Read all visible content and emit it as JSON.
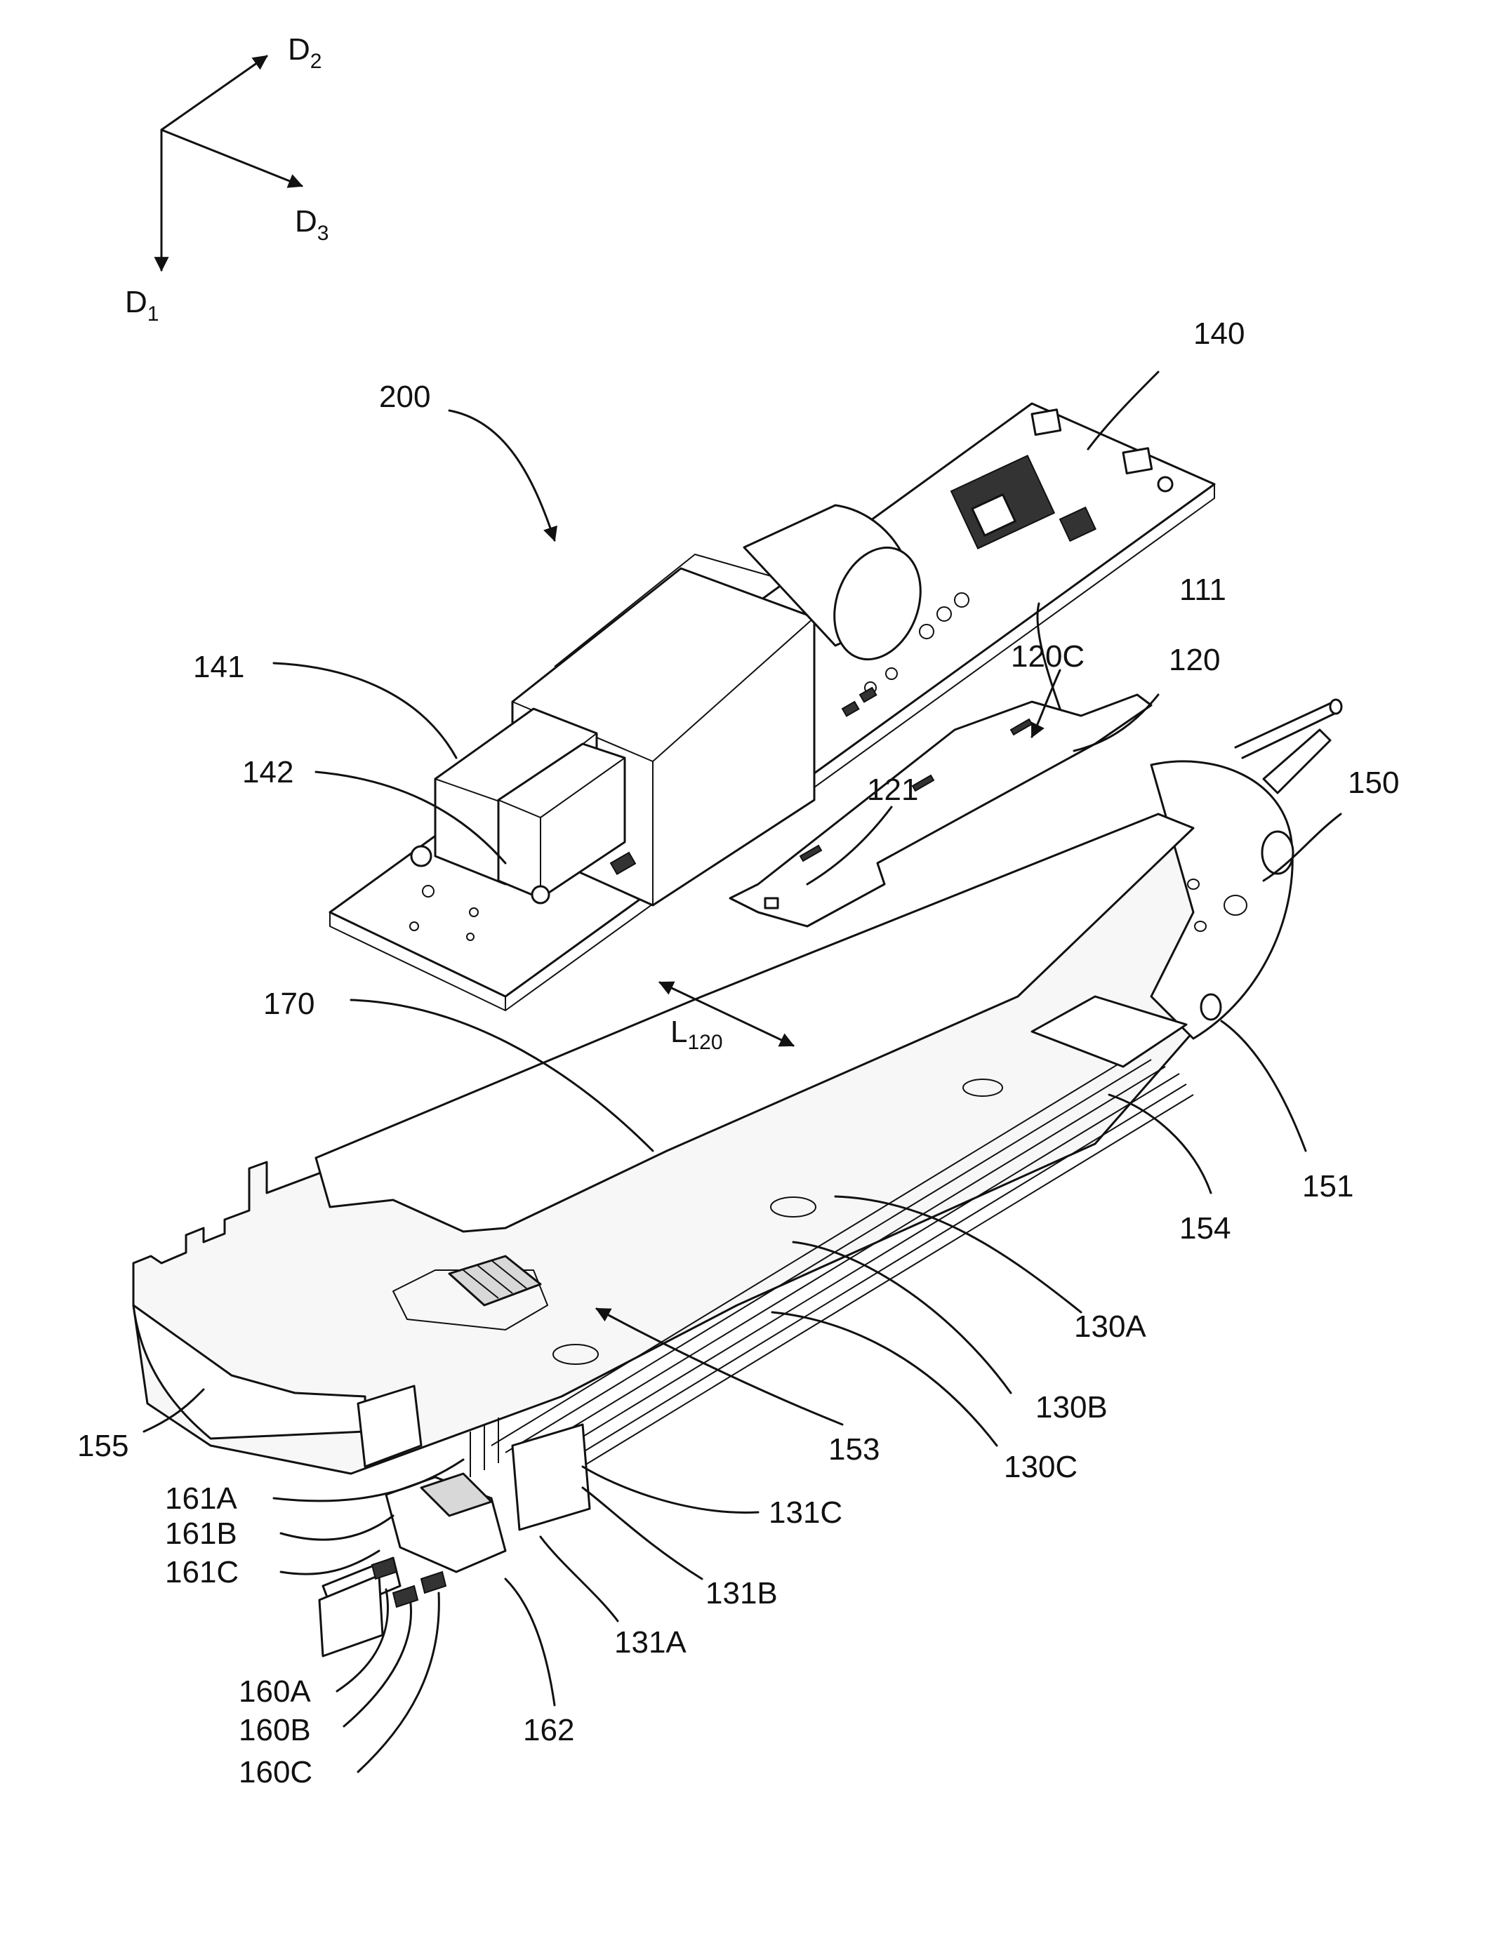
{
  "axes": {
    "d1": {
      "main": "D",
      "sub": "1"
    },
    "d2": {
      "main": "D",
      "sub": "2"
    },
    "d3": {
      "main": "D",
      "sub": "3"
    }
  },
  "labels": {
    "l200": "200",
    "l140": "140",
    "l141": "141",
    "l142": "142",
    "l111": "111",
    "l120c": "120C",
    "l120": "120",
    "l121": "121",
    "l150": "150",
    "l_len_main": "L",
    "l_len_sub": "120",
    "l170": "170",
    "l151": "151",
    "l154": "154",
    "l130a": "130A",
    "l130b": "130B",
    "l130c": "130C",
    "l153": "153",
    "l155": "155",
    "l161a": "161A",
    "l161b": "161B",
    "l161c": "161C",
    "l131c": "131C",
    "l131b": "131B",
    "l131a": "131A",
    "l162": "162",
    "l160a": "160A",
    "l160b": "160B",
    "l160c": "160C"
  }
}
